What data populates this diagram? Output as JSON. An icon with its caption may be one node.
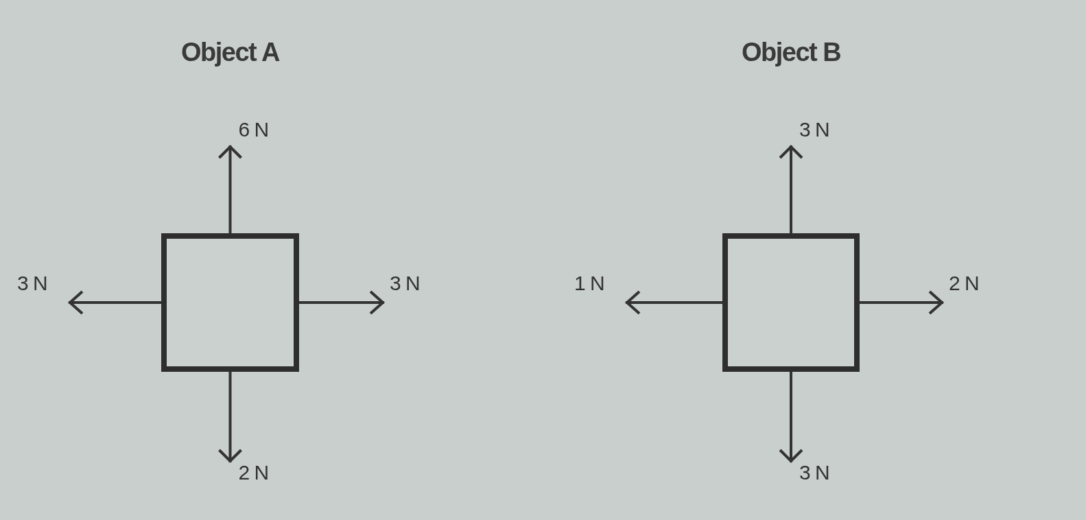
{
  "diagram": {
    "nodes": [
      {
        "text": [],
        "shape": "box"
      },
      {
        "text": [],
        "shape": "box"
      }
    ],
    "labels": [
      "Object A",
      "Object B",
      "6 N",
      "3 N",
      "3 N",
      "3 N",
      "1 N",
      "2 N",
      "2 N",
      "3 N"
    ]
  }
}
